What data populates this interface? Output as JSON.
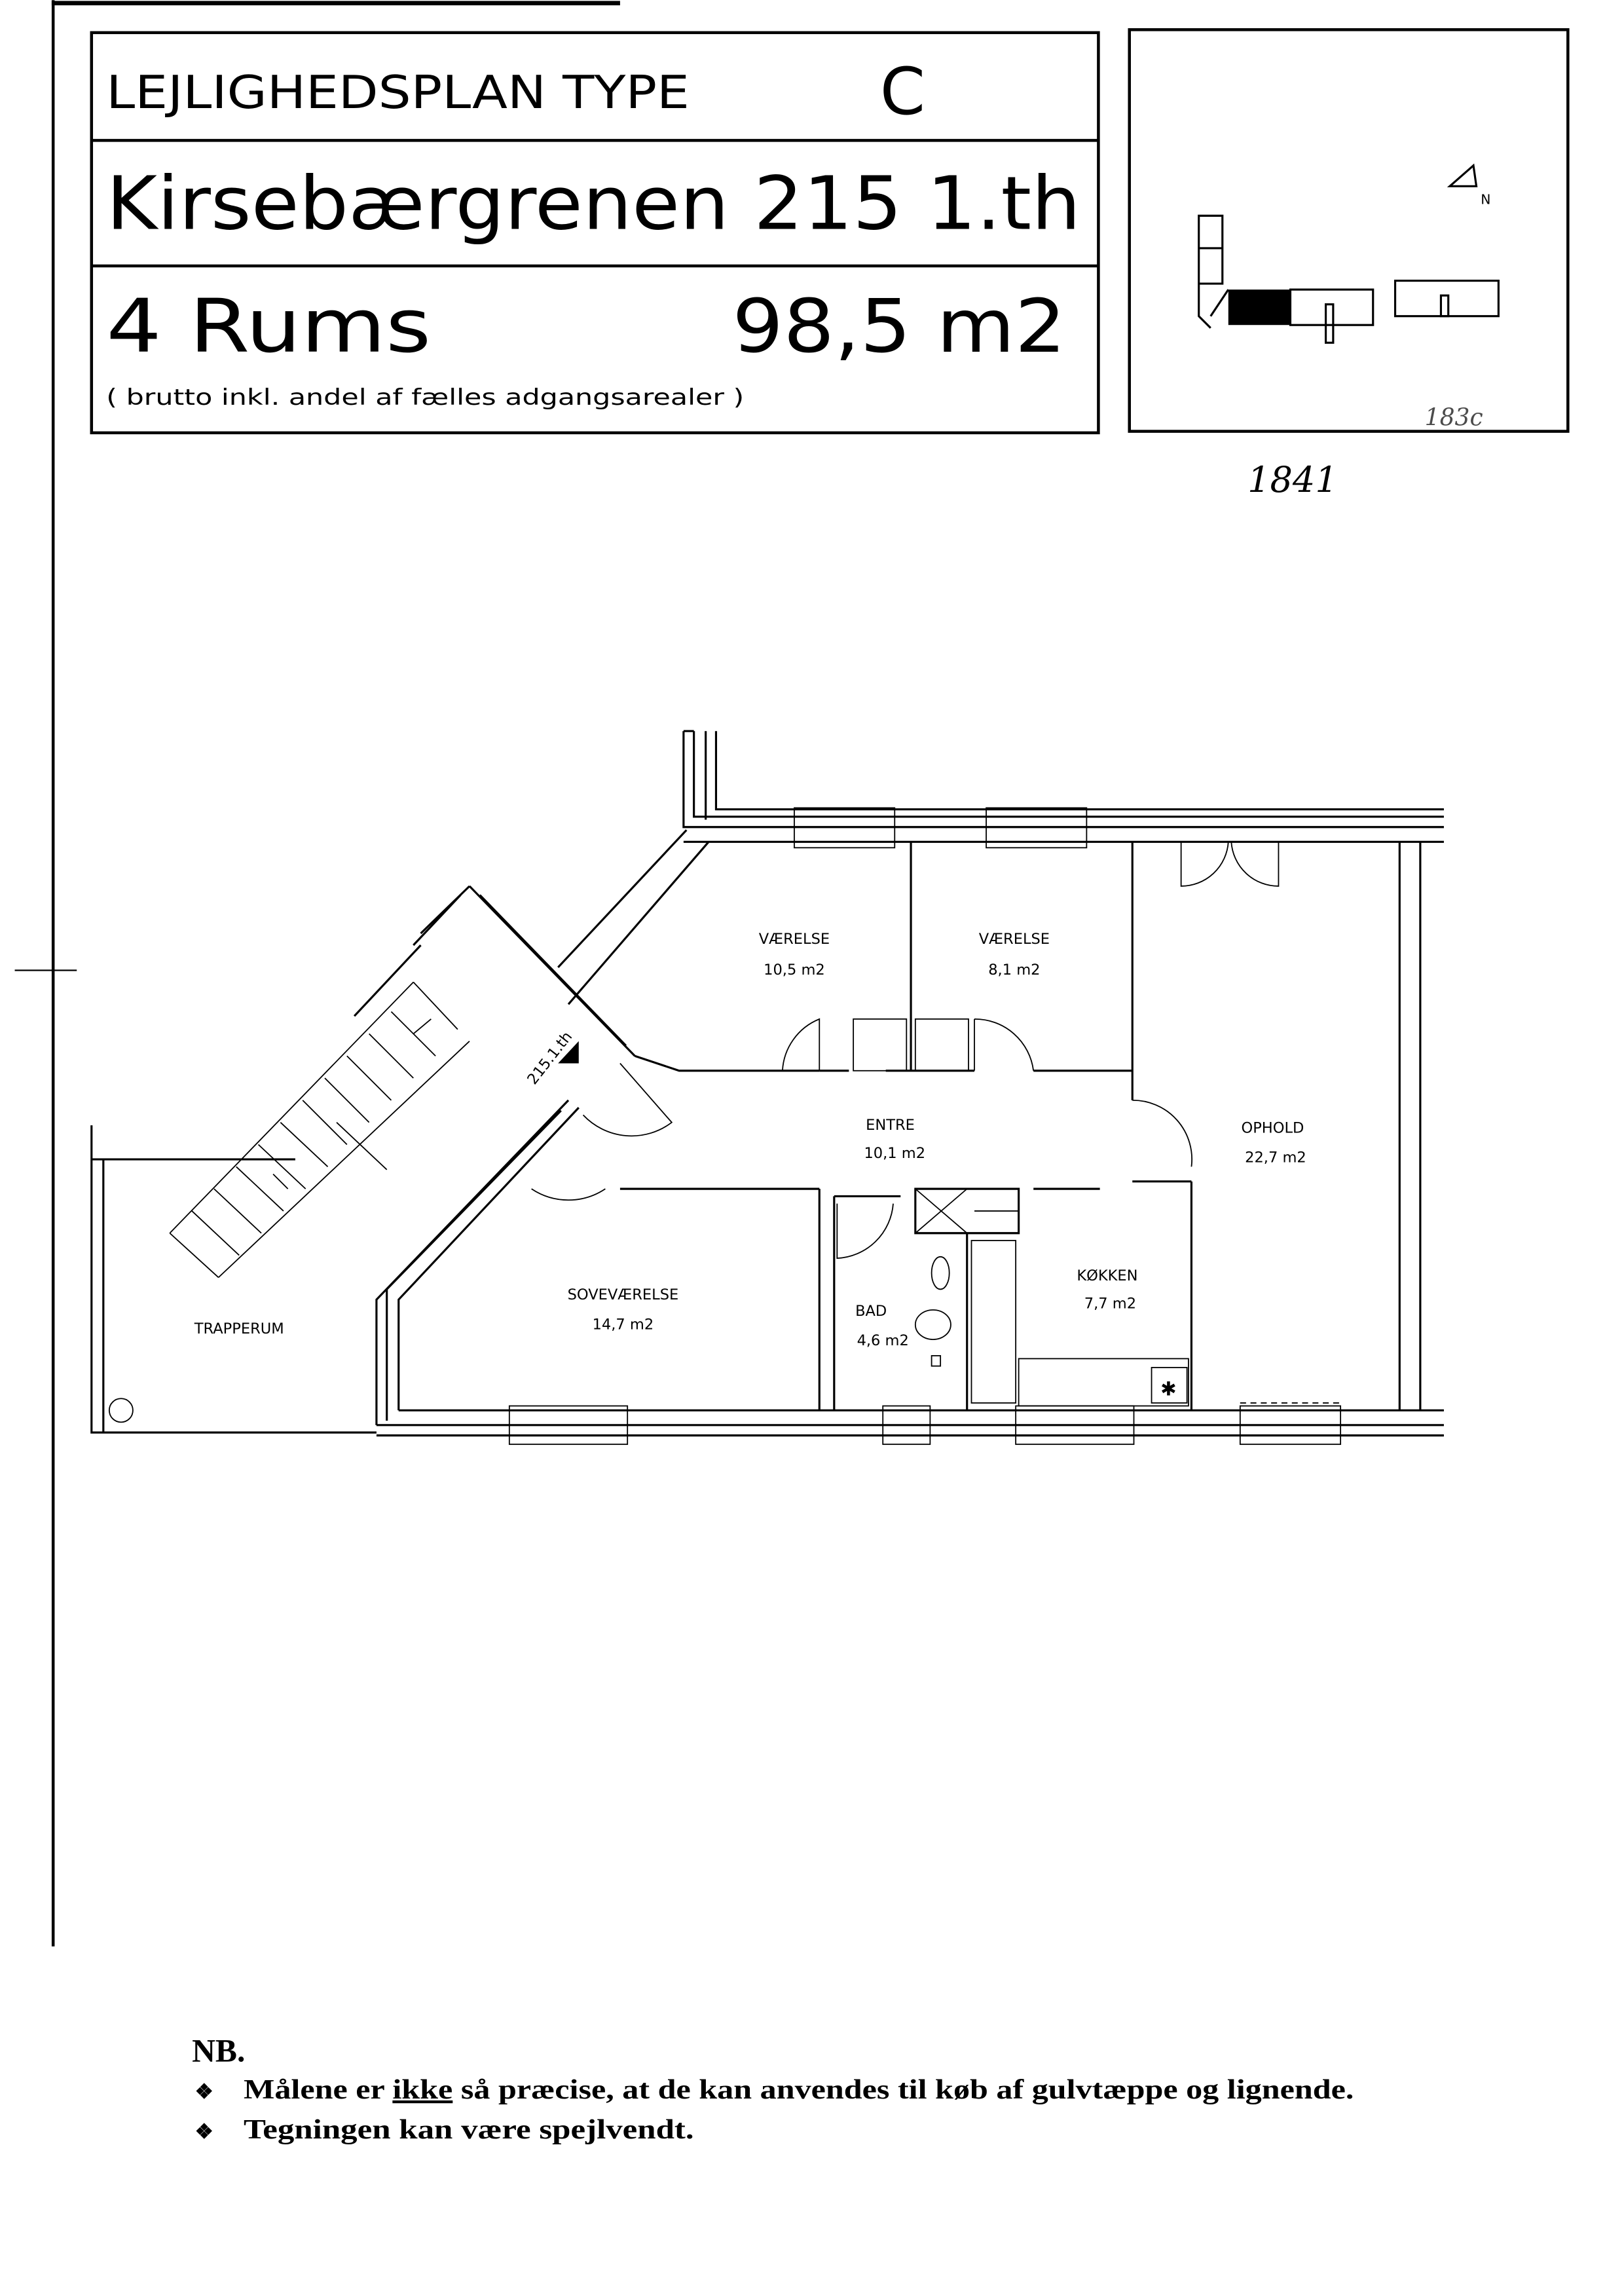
{
  "header": {
    "title": "LEJLIGHEDSPLAN  TYPE",
    "type": "C",
    "address": "Kirsebærgrenen  215  1.th",
    "rooms": "4  Rums",
    "area": "98,5 m2",
    "area_note": "( brutto inkl. andel af fælles adgangsarealer )"
  },
  "keyplan": {
    "north_label": "N",
    "handwritten": "183c"
  },
  "handwritten_number": "1841",
  "plan": {
    "unit_label": "215.1.th",
    "rooms": [
      {
        "name": "VÆRELSE",
        "area": "10,5  m2"
      },
      {
        "name": "VÆRELSE",
        "area": "8,1  m2"
      },
      {
        "name": "ENTRE",
        "area": "10,1  m2"
      },
      {
        "name": "OPHOLD",
        "area": "22,7  m2"
      },
      {
        "name": "SOVEVÆRELSE",
        "area": "14,7  m2"
      },
      {
        "name": "BAD",
        "area": "4,6  m2"
      },
      {
        "name": "KØKKEN",
        "area": "7,7  m2"
      },
      {
        "name": "TRAPPERUM",
        "area": ""
      }
    ]
  },
  "notes": {
    "heading": "NB.",
    "bullet": "❖",
    "line1_pre": "Målene er ",
    "line1_emph": "ikke",
    "line1_post": " så præcise, at de kan anvendes til køb af gulvtæppe og lignende.",
    "line2": "Tegningen kan være spejlvendt."
  }
}
